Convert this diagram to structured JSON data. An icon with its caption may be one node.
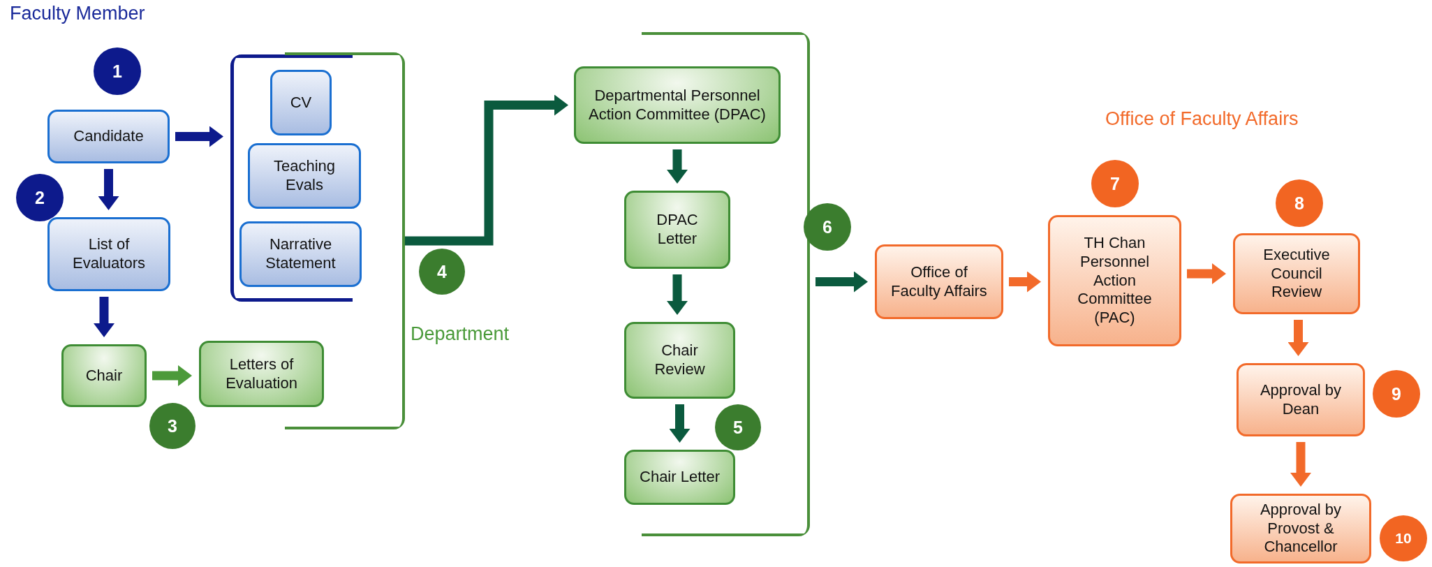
{
  "diagram": {
    "nodes": [
      {
        "text": [
          "1"
        ]
      },
      {
        "text": [
          "Candidate"
        ]
      },
      {
        "text": [],
        "shape": "bracket"
      },
      {
        "text": [],
        "shape": "bracket"
      },
      {
        "text": [
          "CV"
        ],
        "in": 2
      },
      {
        "text": [
          "Teaching Evals"
        ],
        "in": 2
      },
      {
        "text": [
          "Narrative Statement"
        ],
        "in": 2
      },
      {
        "text": [
          "2"
        ]
      },
      {
        "text": [
          "List of Evaluators"
        ]
      },
      {
        "text": [
          "Chair"
        ]
      },
      {
        "text": [
          "Letters of Evaluation"
        ]
      },
      {
        "text": [
          "3"
        ]
      },
      {
        "text": [
          "4"
        ]
      },
      {
        "text": [],
        "shape": "bracket"
      },
      {
        "text": [
          "Departmental Personnel Action Committee (DPAC)"
        ],
        "in": 13
      },
      {
        "text": [
          "DPAC Letter"
        ],
        "in": 13
      },
      {
        "text": [
          "Chair Review"
        ],
        "in": 13
      },
      {
        "text": [
          "Chair Letter"
        ],
        "in": 13
      },
      {
        "text": [
          "5"
        ],
        "in": 13
      },
      {
        "text": [
          "6"
        ]
      },
      {
        "text": [
          "Office of Faculty Affairs"
        ]
      },
      {
        "text": [
          "7"
        ]
      },
      {
        "text": [
          "TH Chan Personnel Action Committee (PAC)"
        ]
      },
      {
        "text": [
          "8"
        ]
      },
      {
        "text": [
          "Executive Council Review"
        ]
      },
      {
        "text": [
          "Approval by Dean"
        ]
      },
      {
        "text": [
          "9"
        ]
      },
      {
        "text": [
          "Approval by Provost & Chancellor"
        ]
      },
      {
        "text": [
          "10"
        ]
      }
    ],
    "edges": [
      {
        "from": 1,
        "to": 2,
        "arrow": "to",
        "color": "#0d1a8c"
      },
      {
        "from": 1,
        "to": 8,
        "arrow": "to",
        "color": "#0d1a8c"
      },
      {
        "from": 8,
        "to": 9,
        "arrow": "to",
        "color": "#0d1a8c"
      },
      {
        "from": 9,
        "to": 10,
        "arrow": "to",
        "color": "#4c9a3a"
      },
      {
        "from": 3,
        "to": 14,
        "arrow": "to",
        "color": "#0b5a3e"
      },
      {
        "from": 14,
        "to": 15,
        "arrow": "to",
        "color": "#0b5a3e"
      },
      {
        "from": 15,
        "to": 16,
        "arrow": "to",
        "color": "#0b5a3e"
      },
      {
        "from": 16,
        "to": 17,
        "arrow": "to",
        "color": "#0b5a3e"
      },
      {
        "from": 13,
        "to": 20,
        "arrow": "to",
        "color": "#0b5a3e"
      },
      {
        "from": 20,
        "to": 22,
        "arrow": "to",
        "color": "#f26a2a"
      },
      {
        "from": 22,
        "to": 24,
        "arrow": "to",
        "color": "#f26a2a"
      },
      {
        "from": 24,
        "to": 25,
        "arrow": "to",
        "color": "#f26a2a"
      },
      {
        "from": 25,
        "to": 27,
        "arrow": "to",
        "color": "#f26a2a"
      }
    ],
    "labels": [
      "Faculty Member",
      "Department",
      "Office of Faculty Affairs"
    ]
  }
}
